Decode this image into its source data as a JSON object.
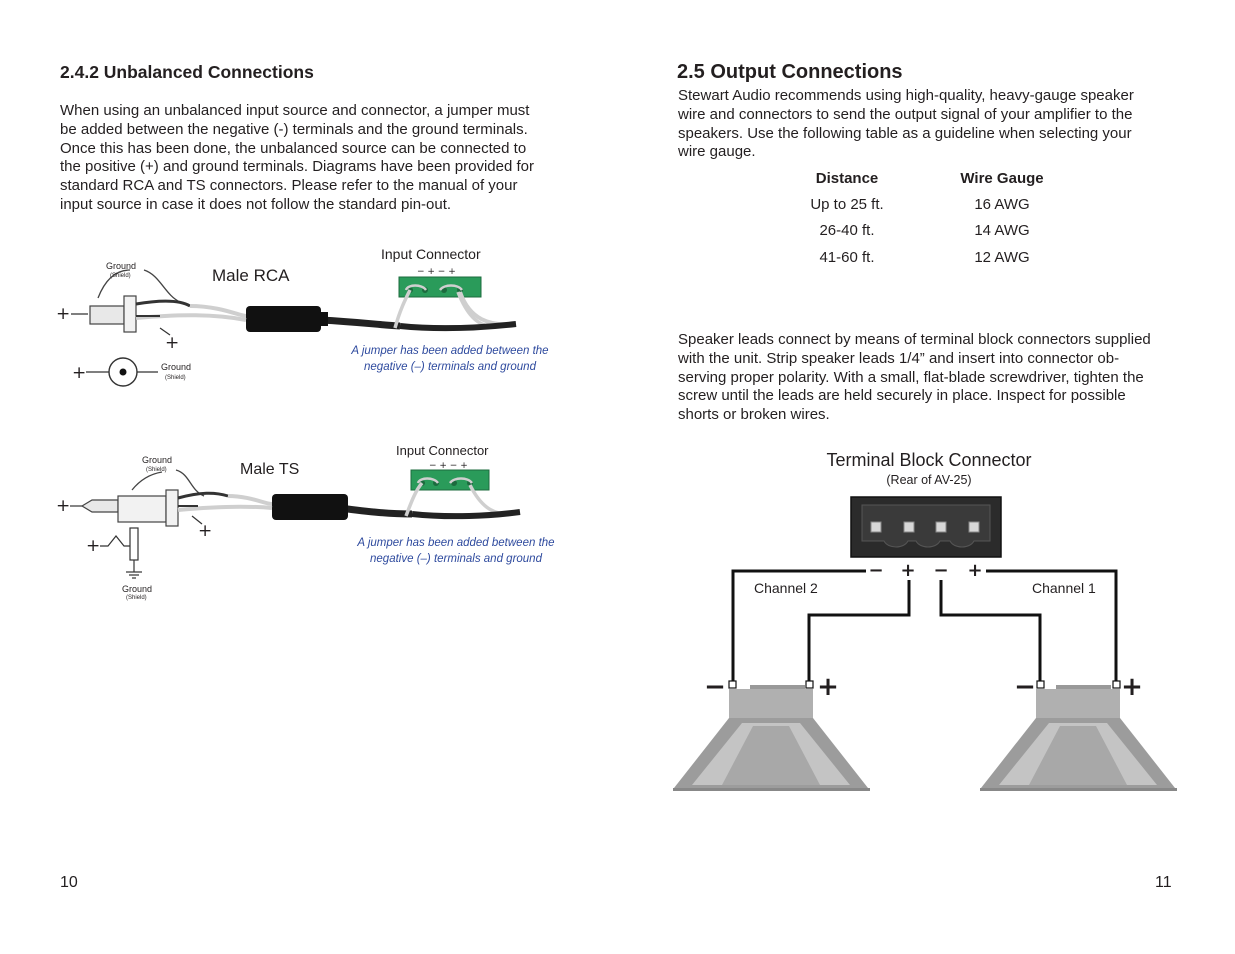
{
  "left_page": {
    "heading": "2.4.2 Unbalanced Connections",
    "paragraph_lines": [
      "When using an unbalanced input source and connector, a jumper must",
      "be added between the negative (-) terminals and the ground terminals.",
      "Once this has been done, the unbalanced source can be connected to",
      "the positive (+) and ground terminals. Diagrams have been provided for",
      "standard RCA and TS connectors. Please refer to the manual of your",
      "input source in case it does not follow the standard pin-out."
    ],
    "rca_diagram": {
      "title": "Male RCA",
      "connector_label": "Input Connector",
      "ground_label": "Ground",
      "shield_label": "(Shield)",
      "plus": "+",
      "terminal_marks": "−  +    −  +",
      "note_line1": "A jumper has been added between the",
      "note_line2": "negative (–) terminals and ground"
    },
    "ts_diagram": {
      "title": "Male TS",
      "connector_label": "Input Connector",
      "ground_label": "Ground",
      "shield_label": "(Shield)",
      "plus": "+",
      "terminal_marks": "−  +    −  +",
      "note_line1": "A jumper has been added between the",
      "note_line2": "negative (–) terminals and ground"
    },
    "page_number": "10"
  },
  "right_page": {
    "heading": "2.5 Output Connections",
    "intro_lines": [
      "Stewart Audio recommends using high-quality, heavy-gauge speaker",
      "wire and connectors to send the output signal of your amplifier to the",
      "speakers. Use the following table as a guideline when selecting your",
      "wire gauge."
    ],
    "table": {
      "headers": [
        "Distance",
        "Wire Gauge"
      ],
      "rows": [
        [
          "Up to 25 ft.",
          "16 AWG"
        ],
        [
          "26-40 ft.",
          "14 AWG"
        ],
        [
          "41-60 ft.",
          "12 AWG"
        ]
      ]
    },
    "leads_lines": [
      "Speaker leads connect by means of terminal block connectors supplied",
      "with the unit.  Strip speaker leads 1/4” and insert into connector ob-",
      "serving proper polarity. With a small, flat-blade screwdriver, tighten the",
      "screw until the leads are held securely in place. Inspect for possible",
      "shorts or broken wires."
    ],
    "terminal_diagram": {
      "title": "Terminal Block Connector",
      "subtitle": "(Rear of AV-25)",
      "channel2": "Channel 2",
      "channel1": "Channel 1",
      "minus": "−",
      "plus": "+"
    },
    "page_number": "11"
  },
  "colors": {
    "text": "#231f20",
    "note_blue": "#2e4a9e",
    "connector_green": "#2a9b5a",
    "speaker_gray": "#b0b0b0"
  }
}
